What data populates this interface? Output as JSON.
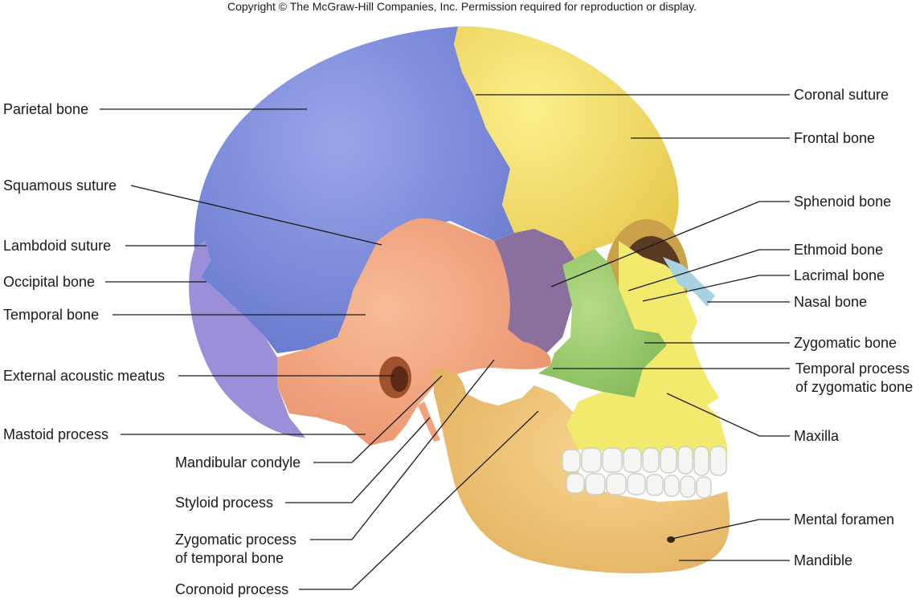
{
  "copyright": "Copyright © The McGraw-Hill Companies, Inc. Permission required for reproduction or display.",
  "labels": {
    "parietal_bone": "Parietal bone",
    "squamous_suture": "Squamous suture",
    "lambdoid_suture": "Lambdoid suture",
    "occipital_bone": "Occipital bone",
    "temporal_bone": "Temporal bone",
    "external_acoustic_meatus": "External acoustic meatus",
    "mastoid_process": "Mastoid process",
    "mandibular_condyle": "Mandibular condyle",
    "styloid_process": "Styloid process",
    "zygomatic_process_1": "Zygomatic process",
    "zygomatic_process_2": "of temporal bone",
    "coronoid_process": "Coronoid process",
    "coronal_suture": "Coronal suture",
    "frontal_bone": "Frontal bone",
    "sphenoid_bone": "Sphenoid bone",
    "ethmoid_bone": "Ethmoid bone",
    "lacrimal_bone": "Lacrimal bone",
    "nasal_bone": "Nasal bone",
    "zygomatic_bone": "Zygomatic bone",
    "temporal_process_1": "Temporal process",
    "temporal_process_2": "of zygomatic bone",
    "maxilla": "Maxilla",
    "mental_foramen": "Mental foramen",
    "mandible": "Mandible"
  },
  "colors": {
    "parietal": "#7f8fdc",
    "frontal": "#f3e36a",
    "occipital": "#9a8fd6",
    "temporal": "#f2a27c",
    "sphenoid": "#8a6f9e",
    "zygomatic": "#96c86a",
    "maxilla": "#f1ec6e",
    "mandible": "#f0c678",
    "nasal": "#a6d0de",
    "ethmoid": "#5f8fd0",
    "lacrimal": "#7fb2d8",
    "teeth": "#f4f4f2",
    "leader_line": "#1a1a1a"
  }
}
